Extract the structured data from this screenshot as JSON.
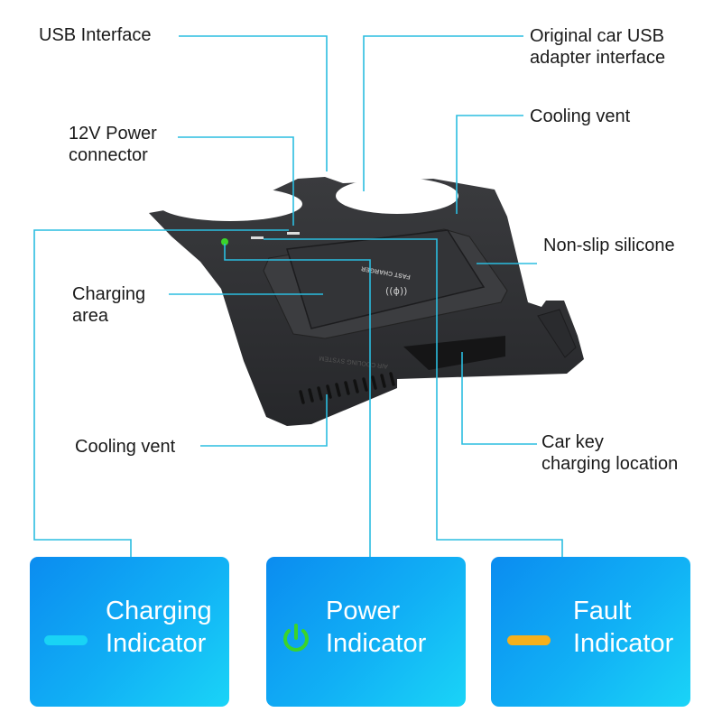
{
  "colors": {
    "leader_line": "#2bbde0",
    "product_body": "#2f3033",
    "box_gradient_start": "#0b8cf0",
    "box_gradient_end": "#1ad4f7",
    "charging_indicator": "#19d3f5",
    "power_indicator": "#3bd42a",
    "fault_indicator": "#f5b01c"
  },
  "callouts": {
    "usb_interface": "USB Interface",
    "original_usb_1": "Original car USB",
    "original_usb_2": "adapter interface",
    "power_connector_1": "12V Power",
    "power_connector_2": "connector",
    "cooling_vent_top": "Cooling vent",
    "non_slip": "Non-slip silicone",
    "charging_area_1": "Charging",
    "charging_area_2": "area",
    "cooling_vent_bottom": "Cooling vent",
    "car_key_1": "Car key",
    "car_key_2": "charging location"
  },
  "product": {
    "pad_text": "FAST CHARGER",
    "vent_text": "AIR COOLING SYSTEM"
  },
  "indicators": [
    {
      "line1": "Charging",
      "line2": "Indicator",
      "icon": "cyan-bar-icon"
    },
    {
      "line1": "Power",
      "line2": "Indicator",
      "icon": "power-icon"
    },
    {
      "line1": "Fault",
      "line2": "Indicator",
      "icon": "amber-bar-icon"
    }
  ]
}
